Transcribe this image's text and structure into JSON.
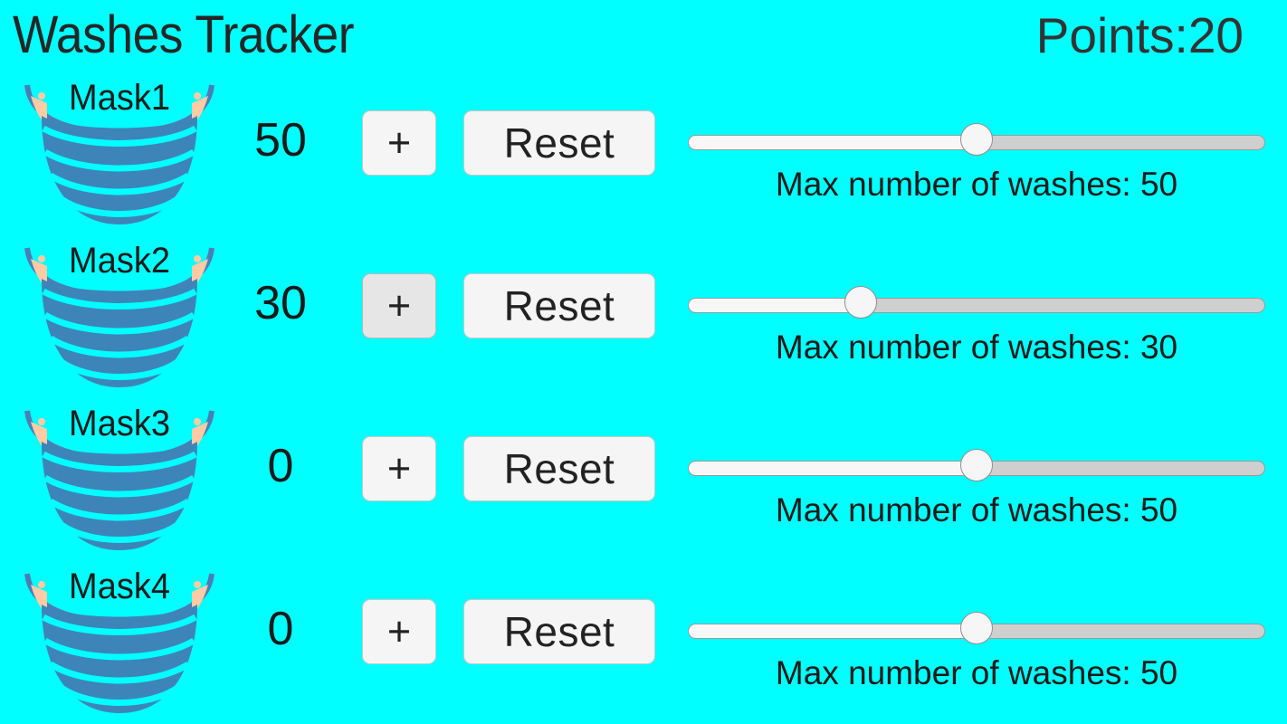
{
  "header": {
    "title": "Washes Tracker",
    "points_label": "Points:20"
  },
  "controls": {
    "increment_label": "+",
    "reset_label": "Reset"
  },
  "colors": {
    "background": "#00ffff",
    "mask_body": "#3d85b8",
    "mask_outline": "#4a7fb5",
    "ear_loop": "#ffcba4",
    "button_face": "#f5f5f5",
    "button_pressed": "#e6e6e6",
    "text": "#1a1a1a"
  },
  "rows": [
    {
      "name": "Mask1",
      "icon": "face-mask-icon",
      "count": "50",
      "slider_value": 50,
      "slider_percent": 50,
      "slider_label": "Max number of washes: 50",
      "plus_pressed": false
    },
    {
      "name": "Mask2",
      "icon": "face-mask-icon",
      "count": "30",
      "slider_value": 30,
      "slider_percent": 30,
      "slider_label": "Max number of washes: 30",
      "plus_pressed": true
    },
    {
      "name": "Mask3",
      "icon": "face-mask-icon",
      "count": "0",
      "slider_value": 50,
      "slider_percent": 50,
      "slider_label": "Max number of washes: 50",
      "plus_pressed": false
    },
    {
      "name": "Mask4",
      "icon": "face-mask-icon",
      "count": "0",
      "slider_value": 50,
      "slider_percent": 50,
      "slider_label": "Max number of washes: 50",
      "plus_pressed": false
    }
  ]
}
